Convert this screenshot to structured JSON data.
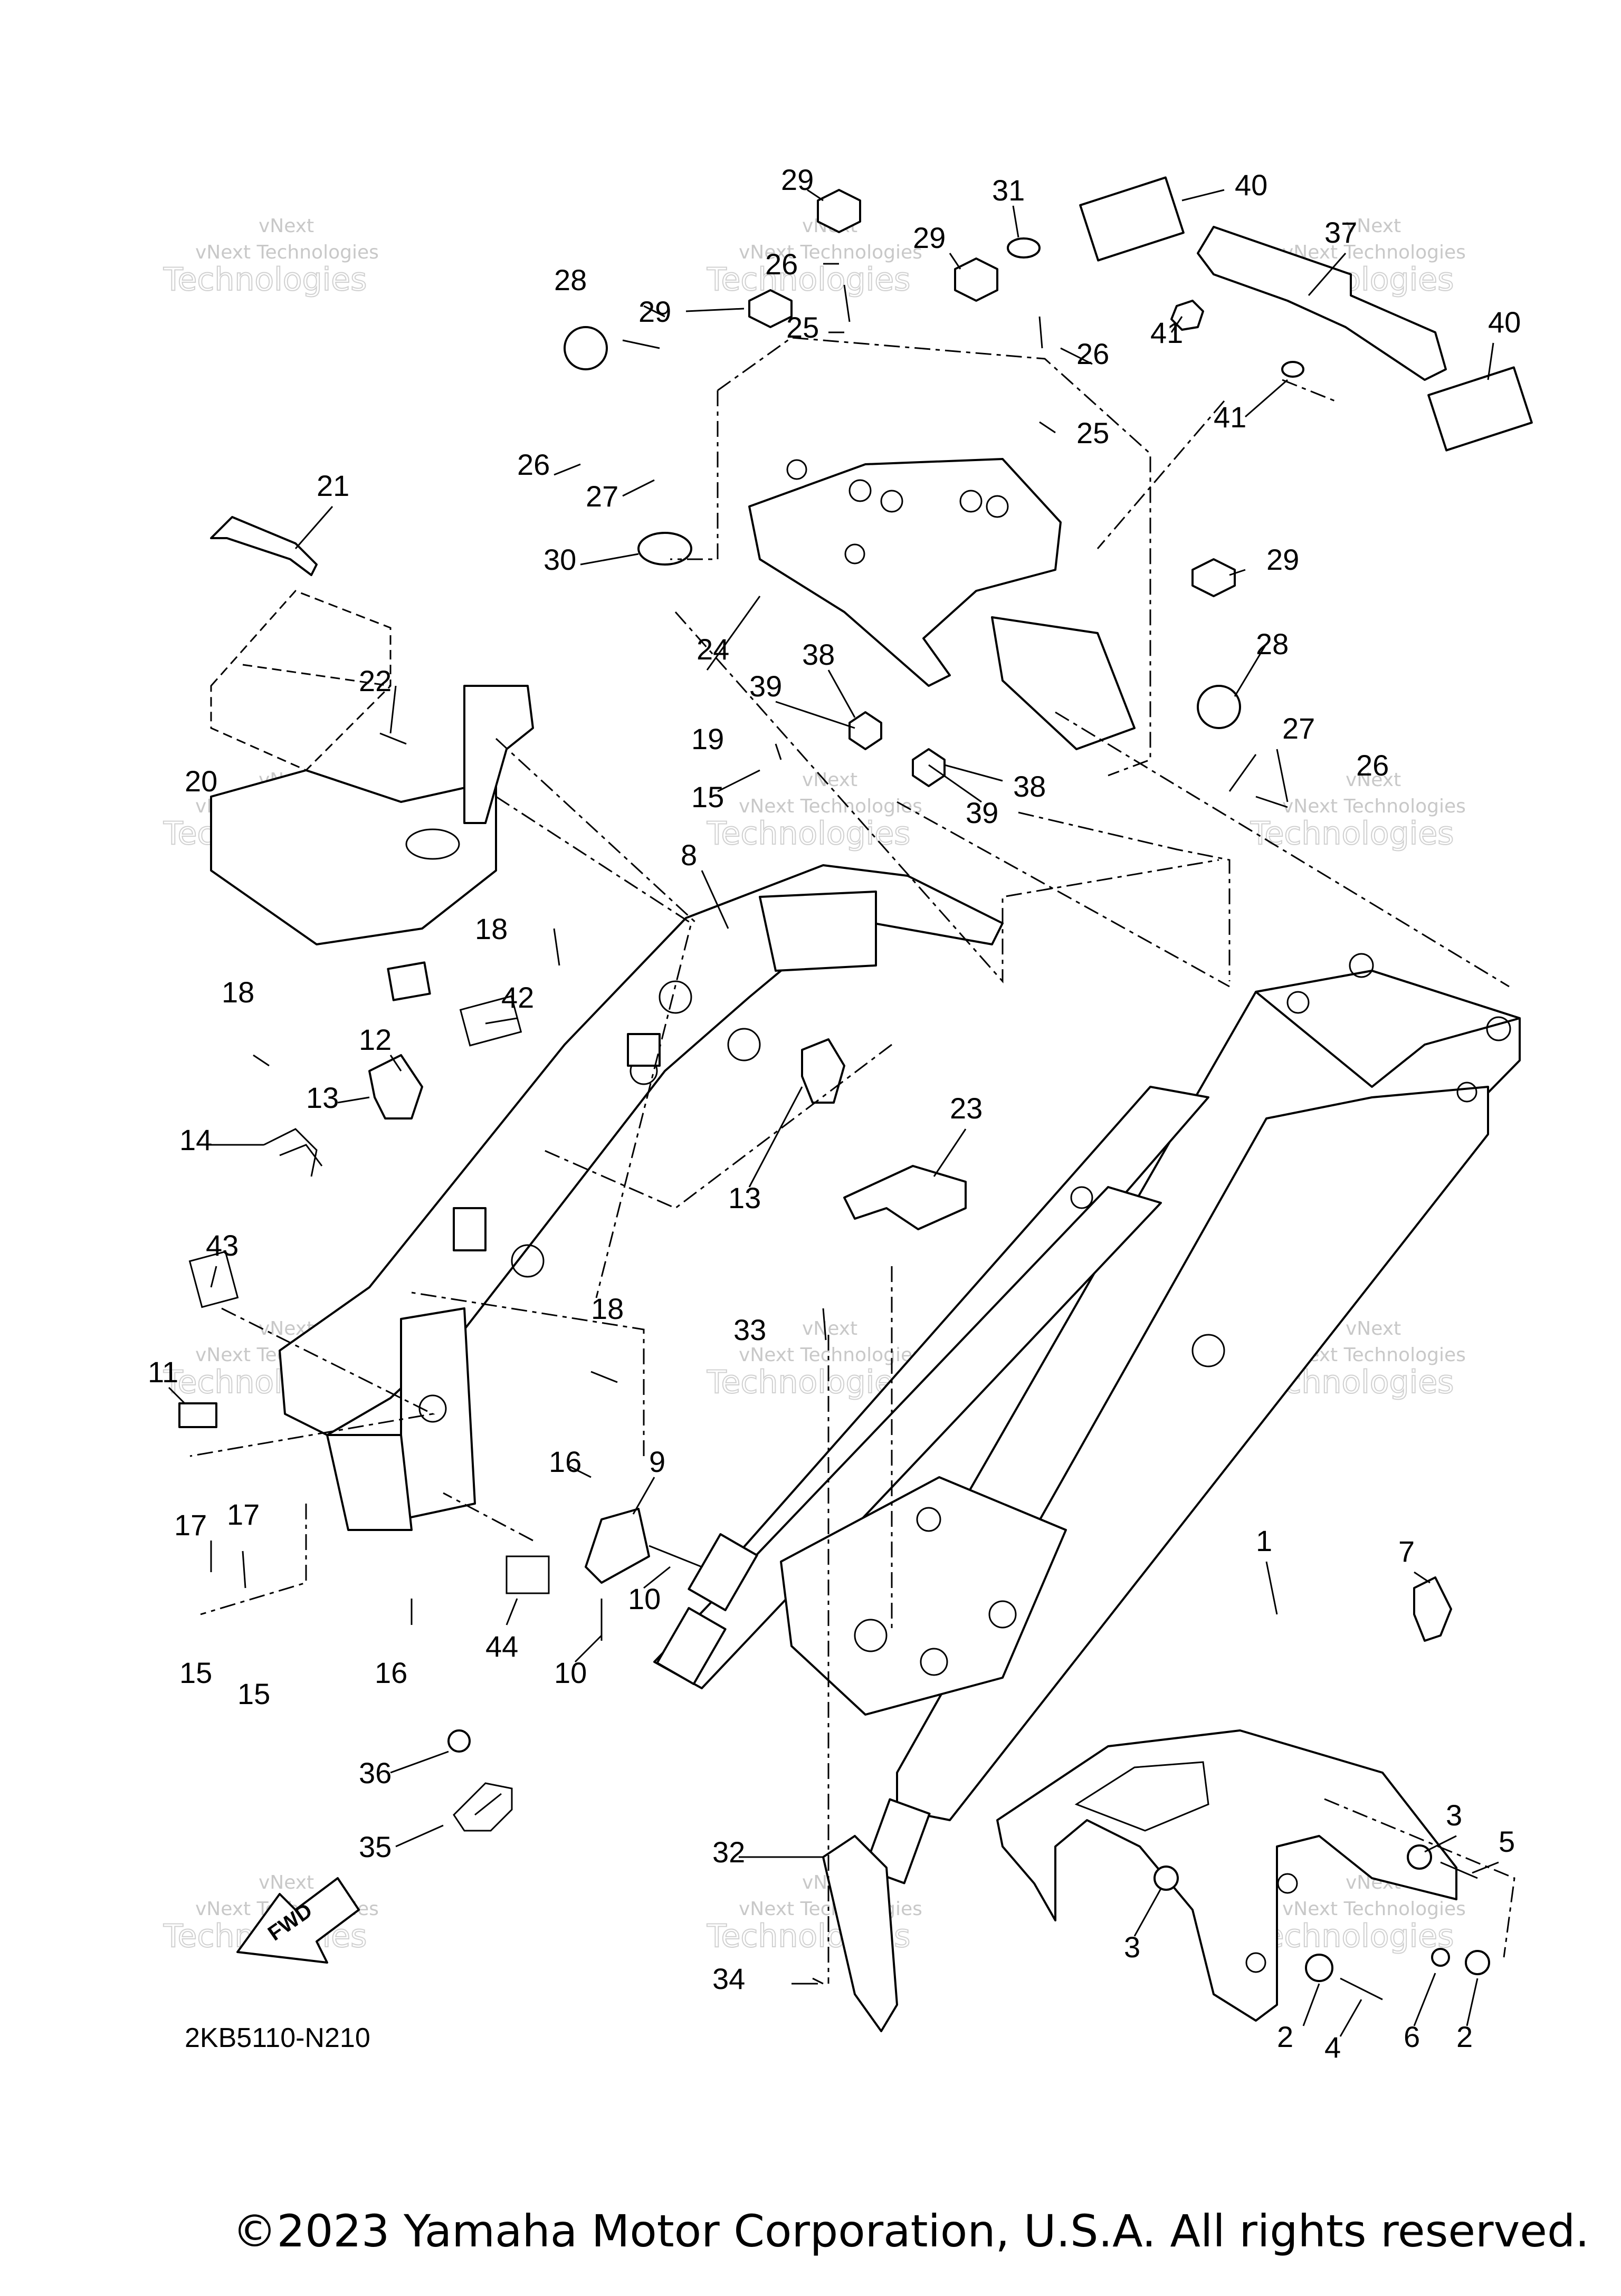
{
  "diagram_code": "2KB5110-N210",
  "fwd_label": "FWD",
  "copyright": "©2023 Yamaha Motor Corporation, U.S.A. All rights reserved.",
  "watermark": {
    "line1": "vNext",
    "line2": "vNext Technologies",
    "line3": "Technologies"
  },
  "callouts": [
    "1",
    "2",
    "2",
    "3",
    "3",
    "4",
    "5",
    "6",
    "7",
    "8",
    "9",
    "10",
    "10",
    "11",
    "12",
    "13",
    "13",
    "14",
    "15",
    "15",
    "15",
    "16",
    "16",
    "17",
    "17",
    "18",
    "18",
    "18",
    "19",
    "20",
    "21",
    "22",
    "23",
    "24",
    "25",
    "25",
    "26",
    "26",
    "26",
    "26",
    "27",
    "27",
    "28",
    "28",
    "29",
    "29",
    "29",
    "29",
    "30",
    "31",
    "32",
    "33",
    "34",
    "35",
    "36",
    "37",
    "38",
    "38",
    "39",
    "39",
    "40",
    "40",
    "41",
    "41",
    "42",
    "43",
    "44"
  ]
}
